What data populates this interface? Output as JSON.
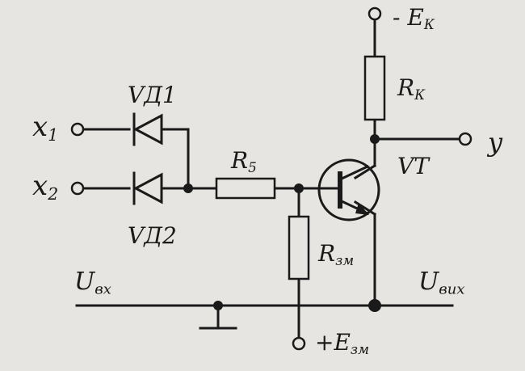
{
  "labels": {
    "ek_sign": "- ",
    "ek_main": "E",
    "ek_sub": "К",
    "rk_main": "R",
    "rk_sub": "К",
    "y": "y",
    "vt": "VT",
    "vd1": "VД1",
    "vd2": "VД2",
    "x1_main": "x",
    "x1_sub": "1",
    "x2_main": "x",
    "x2_sub": "2",
    "r5_main": "R",
    "r5_sub": "5",
    "rzm_main": "R",
    "rzm_sub": "зм",
    "uvx_main": "U",
    "uvx_sub": "вх",
    "uvix_main": "U",
    "uvix_sub": "вих",
    "ezm_sign": "+",
    "ezm_main": "E",
    "ezm_sub": "зм"
  }
}
